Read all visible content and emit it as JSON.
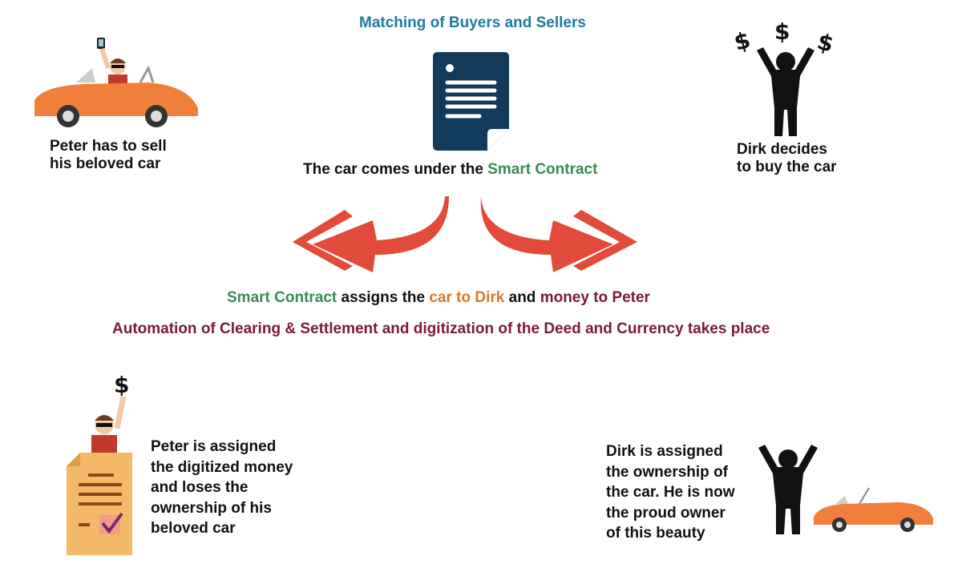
{
  "title": "Matching of Buyers and Sellers",
  "peter_sell": {
    "line1": "Peter has to sell",
    "line2": "his beloved car"
  },
  "contract": {
    "prefix": "The car comes under the ",
    "highlight": "Smart Contract"
  },
  "dirk_buy": {
    "line1": "Dirk decides",
    "line2": "to buy the car"
  },
  "assign": {
    "part1": "Smart Contract",
    "part2": " assigns the ",
    "part3": "car to Dirk",
    "part4": " and ",
    "part5": "money to Peter"
  },
  "automation": "Automation of Clearing & Settlement and digitization of the Deed and Currency takes place",
  "peter_result": [
    "Peter is assigned",
    "the digitized money",
    "and loses the",
    "ownership of his",
    "beloved car"
  ],
  "dirk_result": [
    "Dirk is assigned",
    "the ownership of",
    "the car. He is now",
    "the proud owner",
    "of this beauty"
  ],
  "dollar_sign": "$",
  "colors": {
    "title": "#1f7a9a",
    "green": "#3a8a55",
    "orange": "#d9782a",
    "maroon": "#7a1a35",
    "arrow": "#e24a3a",
    "document": "#123a5a",
    "car": "#f07f3c"
  }
}
